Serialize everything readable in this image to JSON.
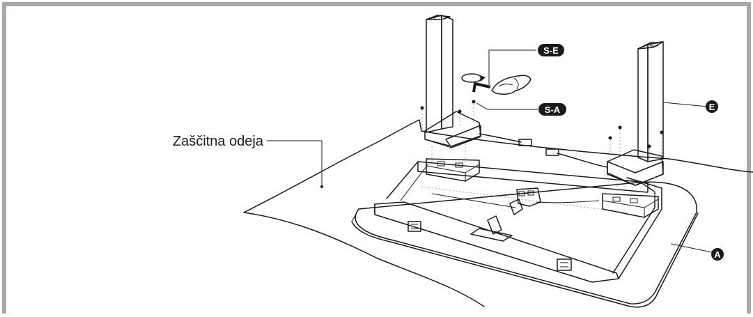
{
  "label": {
    "protective_cover": "Zaščitna odeja"
  },
  "callouts": {
    "s_e": "S-E",
    "s_a": "S-A",
    "e": "E",
    "a": "A"
  },
  "colors": {
    "frame_border": "#a8a8a8",
    "line": "#1a1a1a",
    "leg_light": "#e1e1e1",
    "leg_mid": "#c7c7c7",
    "leg_dark": "#9e9e9e",
    "tabletop": "#f4f4f4"
  },
  "icons": [
    "hex-key-icon",
    "hand-icon",
    "rotation-arrow-icon",
    "cable-connector-icon"
  ]
}
